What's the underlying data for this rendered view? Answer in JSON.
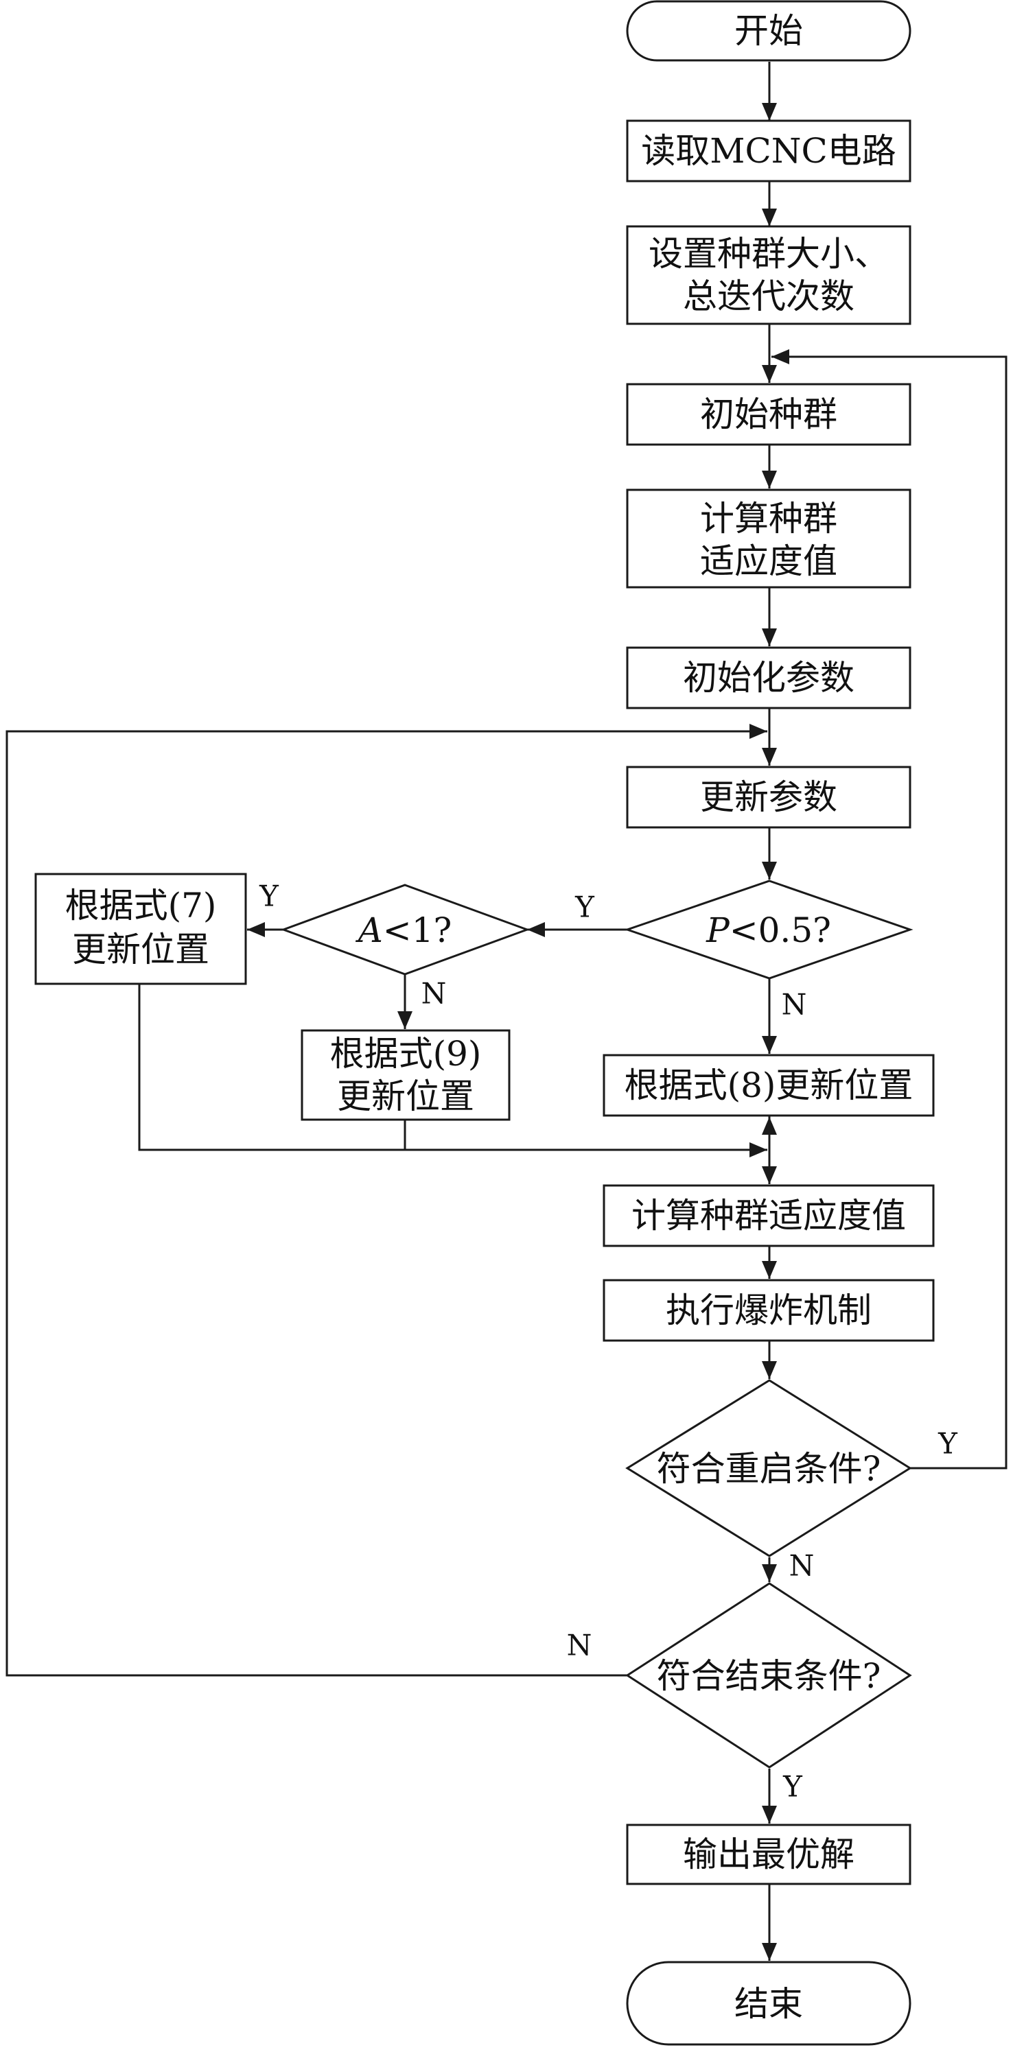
{
  "nodes": {
    "start": "开始",
    "read": "读取MCNC电路",
    "setup_line1": "设置种群大小、",
    "setup_line2": "总迭代次数",
    "init_pop": "初始种群",
    "calc_fit_line1": "计算种群",
    "calc_fit_line2": "适应度值",
    "init_params": "初始化参数",
    "update_params": "更新参数",
    "decision_p_var": "P",
    "decision_p_rest": "<0.5?",
    "decision_a_var": "A",
    "decision_a_rest": "<1?",
    "update7_line1": "根据式(7)",
    "update7_line2": "更新位置",
    "update9_line1": "根据式(9)",
    "update9_line2": "更新位置",
    "update8": "根据式(8)更新位置",
    "calc_fit2": "计算种群适应度值",
    "explode": "执行爆炸机制",
    "restart_q": "符合重启条件?",
    "end_q": "符合结束条件?",
    "output": "输出最优解",
    "end": "结束"
  },
  "edge_labels": {
    "p_yes": "Y",
    "p_no": "N",
    "a_yes": "Y",
    "a_no": "N",
    "restart_yes": "Y",
    "restart_no": "N",
    "end_no": "N",
    "end_yes": "Y"
  }
}
